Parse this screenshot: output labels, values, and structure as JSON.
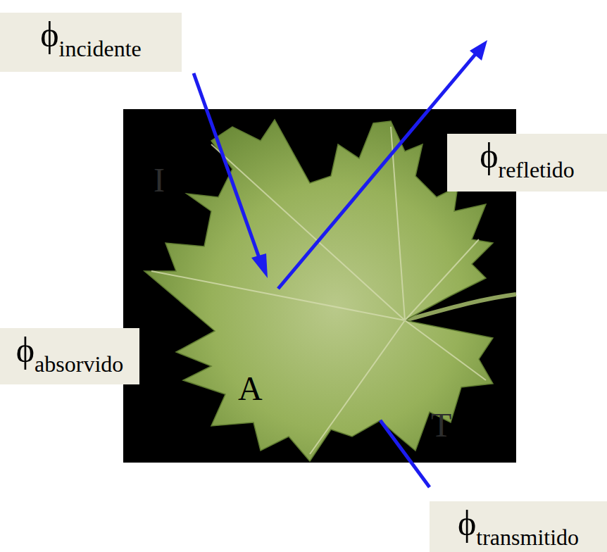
{
  "diagram": {
    "nodes": [
      {
        "text": [
          "ϕ",
          "incidente"
        ]
      },
      {
        "text": [
          "ϕ",
          "refletido"
        ]
      },
      {
        "text": [
          "ϕ",
          "absorvido"
        ]
      },
      {
        "text": [
          "ϕ",
          "transmitido"
        ]
      }
    ],
    "labels": [
      "I",
      "A",
      "T"
    ]
  }
}
